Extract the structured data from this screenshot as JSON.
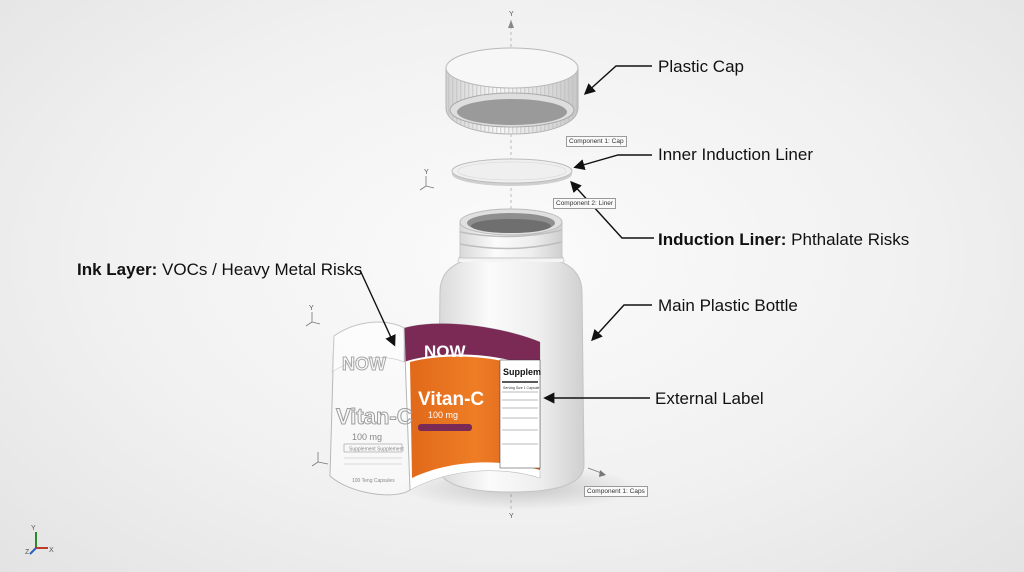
{
  "callouts": {
    "plastic_cap": "Plastic Cap",
    "inner_liner": "Inner Induction Liner",
    "induction_liner_bold": "Induction Liner:",
    "induction_liner_rest": " Phthalate Risks",
    "ink_layer_bold": "Ink Layer:",
    "ink_layer_rest": " VOCs / Heavy Metal Risks",
    "main_bottle": "Main Plastic Bottle",
    "external_label": "External Label"
  },
  "tags": {
    "cap": "Component 1: Cap",
    "liner": "Component 2: Liner",
    "caps": "Component 1: Caps"
  },
  "label_front": {
    "brand": "NOW",
    "product": "Vitan-C",
    "dose": "100 mg",
    "panel_title": "Supplem",
    "panel_sub": "Serving Size 1 Capsule"
  },
  "label_back": {
    "brand": "NOW",
    "product": "Vitan-C",
    "dose": "100 mg",
    "supplement": "Supplement Supplement",
    "count": "100 Teng Capsules"
  },
  "axes": {
    "y": "Y",
    "z": "Z",
    "x": "X"
  },
  "colors": {
    "label_orange": "#e8701e",
    "label_purple": "#7a2a55",
    "bottle_white": "#f2f2f2",
    "text_dark": "#111111"
  }
}
